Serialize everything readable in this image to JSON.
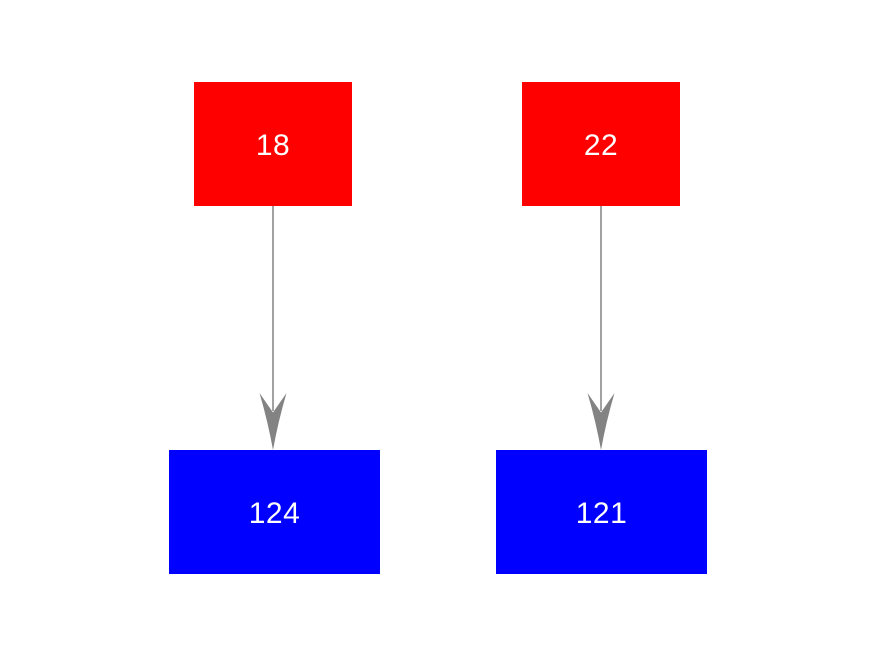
{
  "diagram": {
    "type": "flow-graph",
    "background_color": "#ffffff",
    "colors": {
      "source_node": "#ff0000",
      "target_node": "#0000ff",
      "connector": "#838383",
      "node_label": "#ffffff"
    },
    "nodes": [
      {
        "label": "18",
        "role": "source"
      },
      {
        "label": "22",
        "role": "source"
      },
      {
        "label": "124",
        "role": "target"
      },
      {
        "label": "121",
        "role": "target"
      }
    ],
    "edges": [
      {
        "from": "18",
        "to": "124",
        "direction": "down"
      },
      {
        "from": "22",
        "to": "121",
        "direction": "down"
      }
    ]
  }
}
